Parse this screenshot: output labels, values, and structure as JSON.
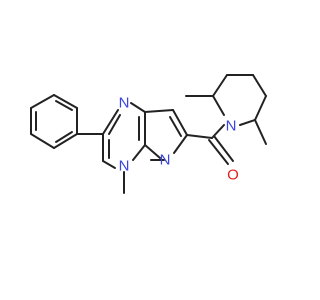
{
  "colors": {
    "bond": "#222222",
    "nitrogen": "#3b43e3",
    "oxygen": "#e31d1d",
    "background": "#ffffff"
  },
  "atoms": {
    "n_pyrimidine": "N",
    "n_bridgehead": "N",
    "n_pyrazole": "N",
    "n_piperidine": "N",
    "o_carbonyl": "O"
  }
}
